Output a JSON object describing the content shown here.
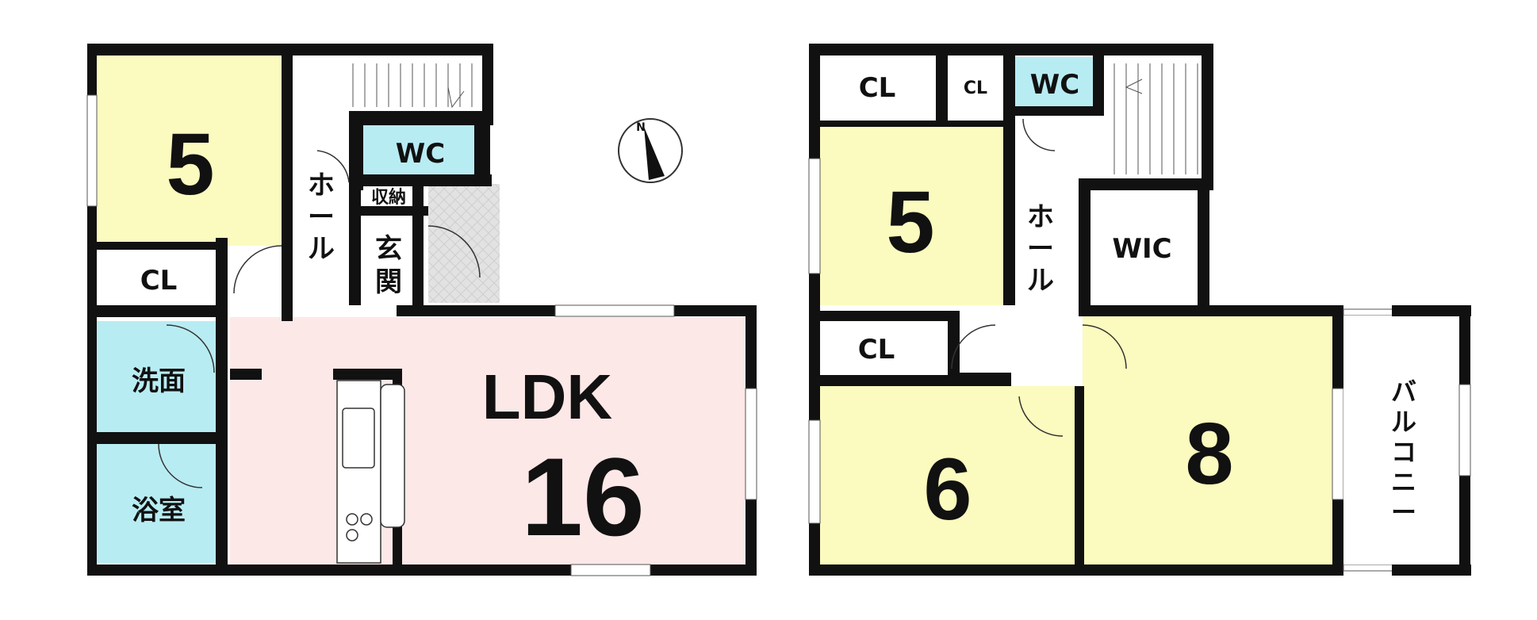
{
  "colors": {
    "wall": "#111111",
    "bedroom": "#fbfbbf",
    "ldk": "#fde8e8",
    "wet_area": "#b8ecf3",
    "closet": "#ffffff",
    "entrance_tile": "#dedede"
  },
  "floor1": {
    "bedroom_size": "5",
    "closet_label": "CL",
    "toilet_label": "WC",
    "hall_label": [
      "ホ",
      "ー",
      "ル"
    ],
    "storage_label": "収納",
    "entrance_label": [
      "玄",
      "関"
    ],
    "washroom_label": "洗面",
    "bathroom_label": "浴室",
    "ldk_label": "LDK",
    "ldk_size": "16"
  },
  "floor2": {
    "closet_label_a": "CL",
    "closet_label_b": "CL",
    "toilet_label": "WC",
    "bedroom_a_size": "5",
    "hall_label": [
      "ホ",
      "ー",
      "ル"
    ],
    "wic_label": "WIC",
    "closet_label_c": "CL",
    "bedroom_b_size": "6",
    "bedroom_c_size": "8",
    "balcony_label": [
      "バ",
      "ル",
      "コ",
      "ニ",
      "ー"
    ]
  },
  "compass": {
    "north_label": "N",
    "icon": "compass-north-icon"
  }
}
